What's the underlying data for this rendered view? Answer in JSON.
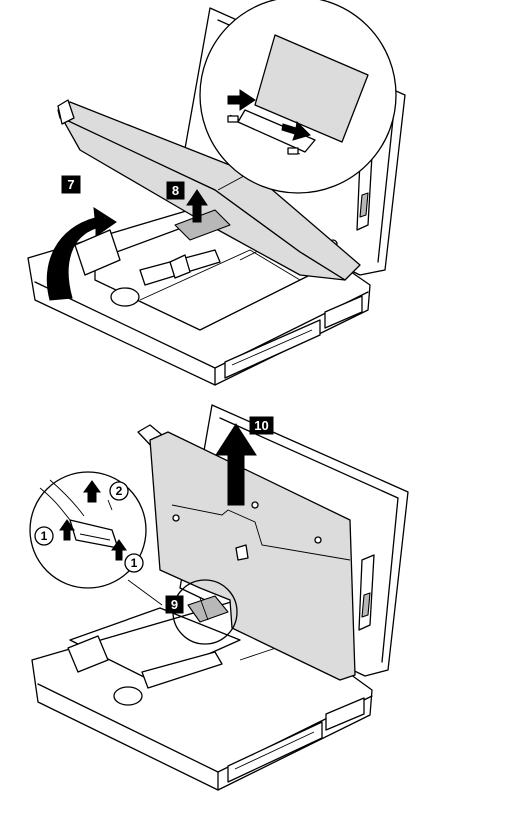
{
  "steps": {
    "step7": "7",
    "step8": "8",
    "step9": "9",
    "step10": "10"
  },
  "callouts": {
    "c1_left": "1",
    "c2": "2",
    "c1_right": "1"
  }
}
